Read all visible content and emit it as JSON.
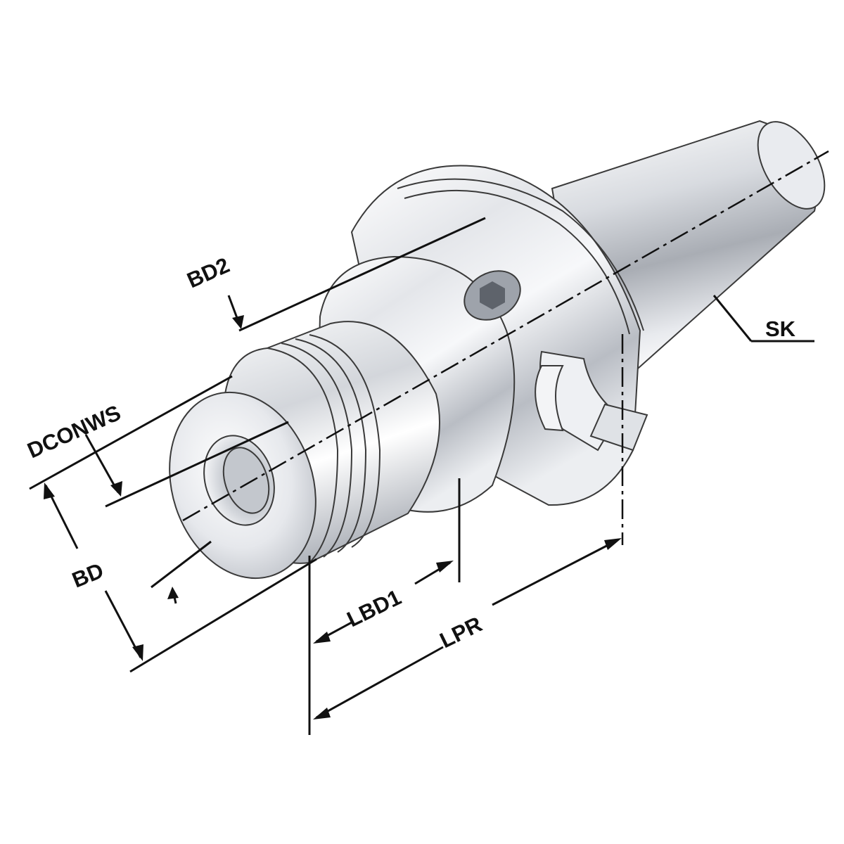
{
  "labels": {
    "bd2": "BD2",
    "dconws": "DCONWS",
    "bd": "BD",
    "lbd1": "LBD1",
    "lpr": "LPR",
    "sk": "SK"
  },
  "colors": {
    "ink": "#111111",
    "metal_light": "#f4f5f7",
    "metal_mid": "#c9ccd2",
    "metal_dark": "#8e939b"
  }
}
